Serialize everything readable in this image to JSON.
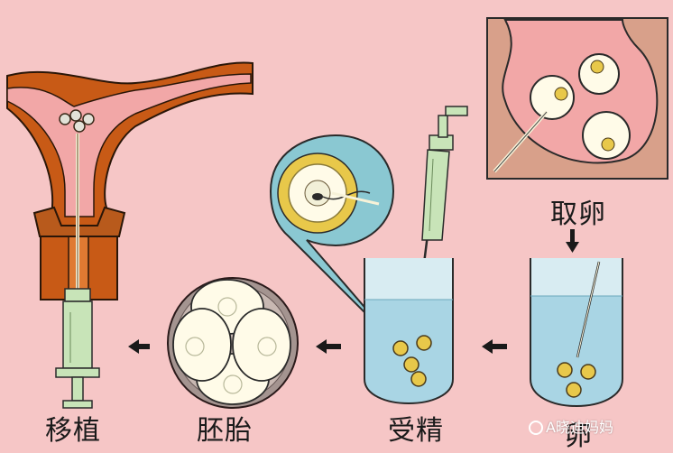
{
  "labels": {
    "transfer": "移植",
    "embryo": "胚胎",
    "fertilization": "受精",
    "retrieval": "取卵",
    "egg": "卵"
  },
  "watermark": "A晓迪妈妈",
  "colors": {
    "background": "#f6c6c6",
    "uterus_tissue": "#c85a16",
    "uterus_lining": "#f2a7a7",
    "cervix": "#b85a1c",
    "medium": "#a9d5e4",
    "cell": "#fffbe8",
    "oocyte": "#e8c84a",
    "syringe": "#c8e4b8",
    "arrow": "#1a1a1a"
  }
}
